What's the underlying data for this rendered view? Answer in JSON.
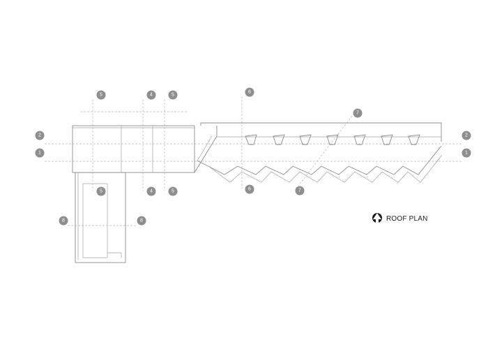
{
  "plan_title": "ROOF PLAN",
  "north_icon": "north-arrow-icon",
  "grid_markers": {
    "row_a_left": "2",
    "row_a_right": "2",
    "row_b_left": "1",
    "row_b_right": "1",
    "col_a_top": "5",
    "col_a_bottom": "5",
    "col_b_top": "4",
    "col_b_bottom": "4",
    "col_c_top": "5",
    "col_c_bottom": "5",
    "col_d_top": "6",
    "col_d_bottom": "6",
    "diag_top": "7",
    "diag_bottom": "7",
    "wing_left": "8",
    "wing_right": "8"
  },
  "colors": {
    "marker_fill": "#8e8e8e",
    "linework": "#8c8c8c",
    "grid": "#b9b9b9"
  }
}
